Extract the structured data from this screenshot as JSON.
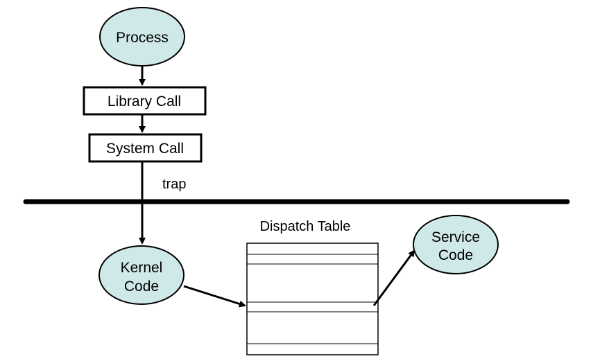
{
  "colors": {
    "node_fill": "#cfe8e8",
    "stroke": "#000000",
    "background": "#ffffff"
  },
  "nodes": {
    "process": {
      "label": "Process"
    },
    "library_call": {
      "label": "Library Call"
    },
    "system_call": {
      "label": "System Call"
    },
    "kernel_code": {
      "label_line1": "Kernel",
      "label_line2": "Code"
    },
    "service_code": {
      "label_line1": "Service",
      "label_line2": "Code"
    }
  },
  "labels": {
    "trap": "trap",
    "dispatch_table": "Dispatch Table"
  }
}
